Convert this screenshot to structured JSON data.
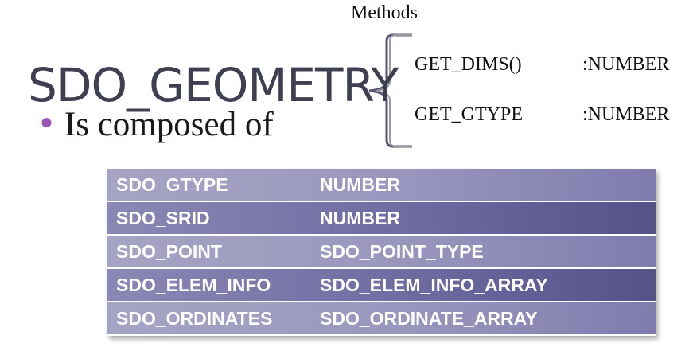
{
  "methods": {
    "title": "Methods",
    "items": [
      {
        "name": "GET_DIMS()",
        "type": ":NUMBER"
      },
      {
        "name": "GET_GTYPE",
        "type": ":NUMBER"
      }
    ]
  },
  "slide": {
    "title": "SDO_GEOMETRY",
    "bullet": "Is composed of"
  },
  "attributes": [
    {
      "name": "SDO_GTYPE",
      "type": "NUMBER"
    },
    {
      "name": "SDO_SRID",
      "type": "NUMBER"
    },
    {
      "name": "SDO_POINT",
      "type": "SDO_POINT_TYPE"
    },
    {
      "name": "SDO_ELEM_INFO",
      "type": "SDO_ELEM_INFO_ARRAY"
    },
    {
      "name": "SDO_ORDINATES",
      "type": "SDO_ORDINATE_ARRAY"
    }
  ],
  "colors": {
    "title_text": "#3f3f52",
    "bullet": "#9b55b7",
    "brace": "#8a8a8a",
    "row_light": "#9896bd",
    "row_dark": "#6e6ba1"
  }
}
